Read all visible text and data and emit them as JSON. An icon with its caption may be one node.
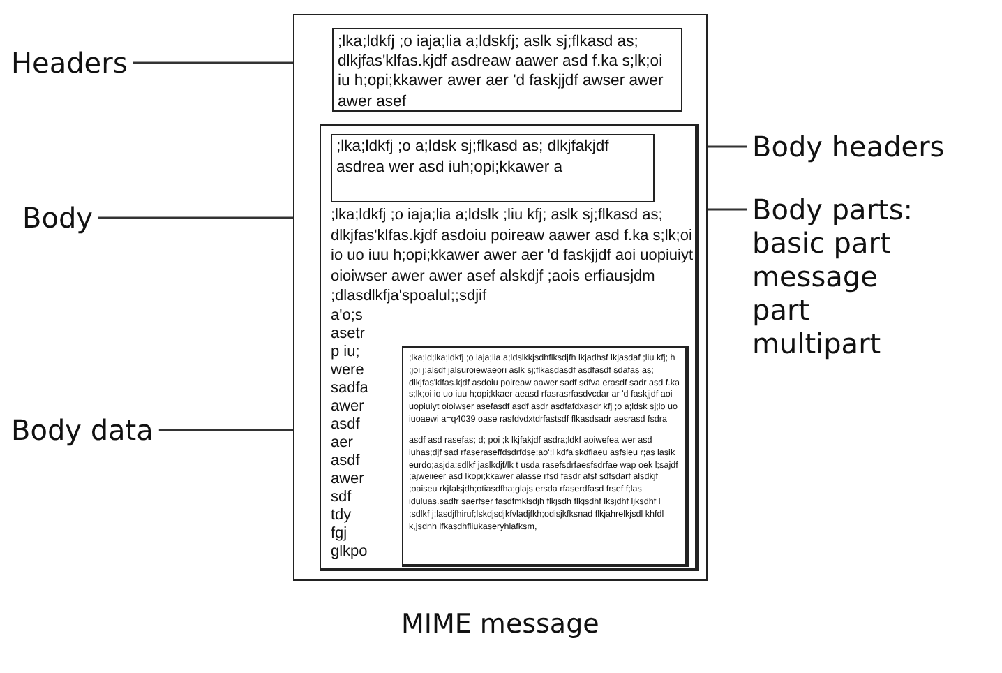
{
  "diagram": {
    "caption": "MIME message",
    "nodes": [
      {
        "text": [],
        "shape": "box"
      },
      {
        "text": [
          ";lka;ldkfj ;o iaja;lia a;ldskfj; aslk sj;flkasd as; dlkjfas'klfas.kjdf asdreaw aawer asd f.ka s;lk;oi iu h;opi;kkawer awer aer 'd faskjjdf awser awer awer asef"
        ],
        "in": 0
      },
      {
        "text": [
          ";lka;ldkfj ;o iaja;lia a;ldslk ;liu kfj; aslk sj;flkasd as; dlkjfas'klfas.kjdf asdoiu poireaw aawer asd f.ka s;lk;oi io uo iuu h;opi;kkawer awer aer 'd faskjjdf aoi uopiuiyt oioiwser awer awer asef alskdjf ;aois erfiausjdm ;dlasdlkfja'spoalul;;sdjif",
          "a'o;s",
          "asetr",
          "p iu;",
          "were",
          "sadfa",
          "awer",
          "asdf",
          "aer",
          "asdf",
          "awer",
          "sdf",
          "tdy",
          "fgj",
          "glkpo"
        ],
        "in": 0
      },
      {
        "text": [
          ";lka;ldkfj ;o a;ldsk sj;flkasd as; dlkjfakjdf asdrea wer asd  iuh;opi;kkawer a"
        ],
        "in": 2
      },
      {
        "text": [
          ";lka;ld;lka;ldkfj ;o iaja;lia a;ldslkkjsdhflksdjfh lkjadhsf lkjasdaf ;liu kfj; h ;joi j;alsdf jalsuroiewaeori aslk sj;flkasdasdf asdfasdf sdafas as; dlkjfas'klfas.kjdf asdoiu poireaw aawer sadf sdfva erasdf sadr asd f.ka s;lk;oi io uo iuu h;opi;kkaer aeasd rfasrasrfasdvcdar ar 'd faskjjdf aoi uopiuiyt oioiwser asefasdf asdf asdr asdfafdxasdr kfj ;o a;ldsk sj;lo uo iuoaewi a=q4039 oase rasfdvdxtdrfastsdf flkasdsadr aesrasd fsdra",
          "asdf asd rasefas; d; poi ;k lkjfakjdf asdra;ldkf aoiwefea wer asd iuhas;djf sad rfaseraseffdsdrfdse;ao';l kdfa'skdflaeu asfsieu r;as lasik eurdo;asjda;sdlkf jaslkdjf/lk t usda rasefsdrfaesfsdrfae wap oek l;sajdf ;ajweiieer asd lkopi;kkawer alasse rfsd fasdr afsf sdfsdarf alsdkjf ;oaiseu rkjfalsjdh;otiasdfha;glajs ersda rfaserdfasd frsef f;las iduluas.sadfr saerfser fasdfmklsdjh flkjsdh flkjsdhf lksjdhf ljksdhf l ;sdlkf j;lasdjfhiruf;lskdjsdjkfvladjfkh;odisjkfksnad flkjahrelkjsdl khfdl k,jsdnh lfkasdhfliukaseryhlafksm,"
        ],
        "in": 2
      },
      {
        "text": [
          "Headers"
        ]
      },
      {
        "text": [
          "Body"
        ]
      },
      {
        "text": [
          "Body data"
        ]
      },
      {
        "text": [
          "Body headers"
        ]
      },
      {
        "text": [
          "Body parts: basic part message part multipart"
        ]
      }
    ],
    "edges": [
      {
        "from": 5,
        "to": 1,
        "arrow": "none"
      },
      {
        "from": 6,
        "to": 2,
        "arrow": "none"
      },
      {
        "from": 7,
        "to": 4,
        "arrow": "none"
      },
      {
        "from": 8,
        "to": 3,
        "arrow": "none"
      },
      {
        "from": 9,
        "to": 2,
        "arrow": "none"
      }
    ]
  }
}
